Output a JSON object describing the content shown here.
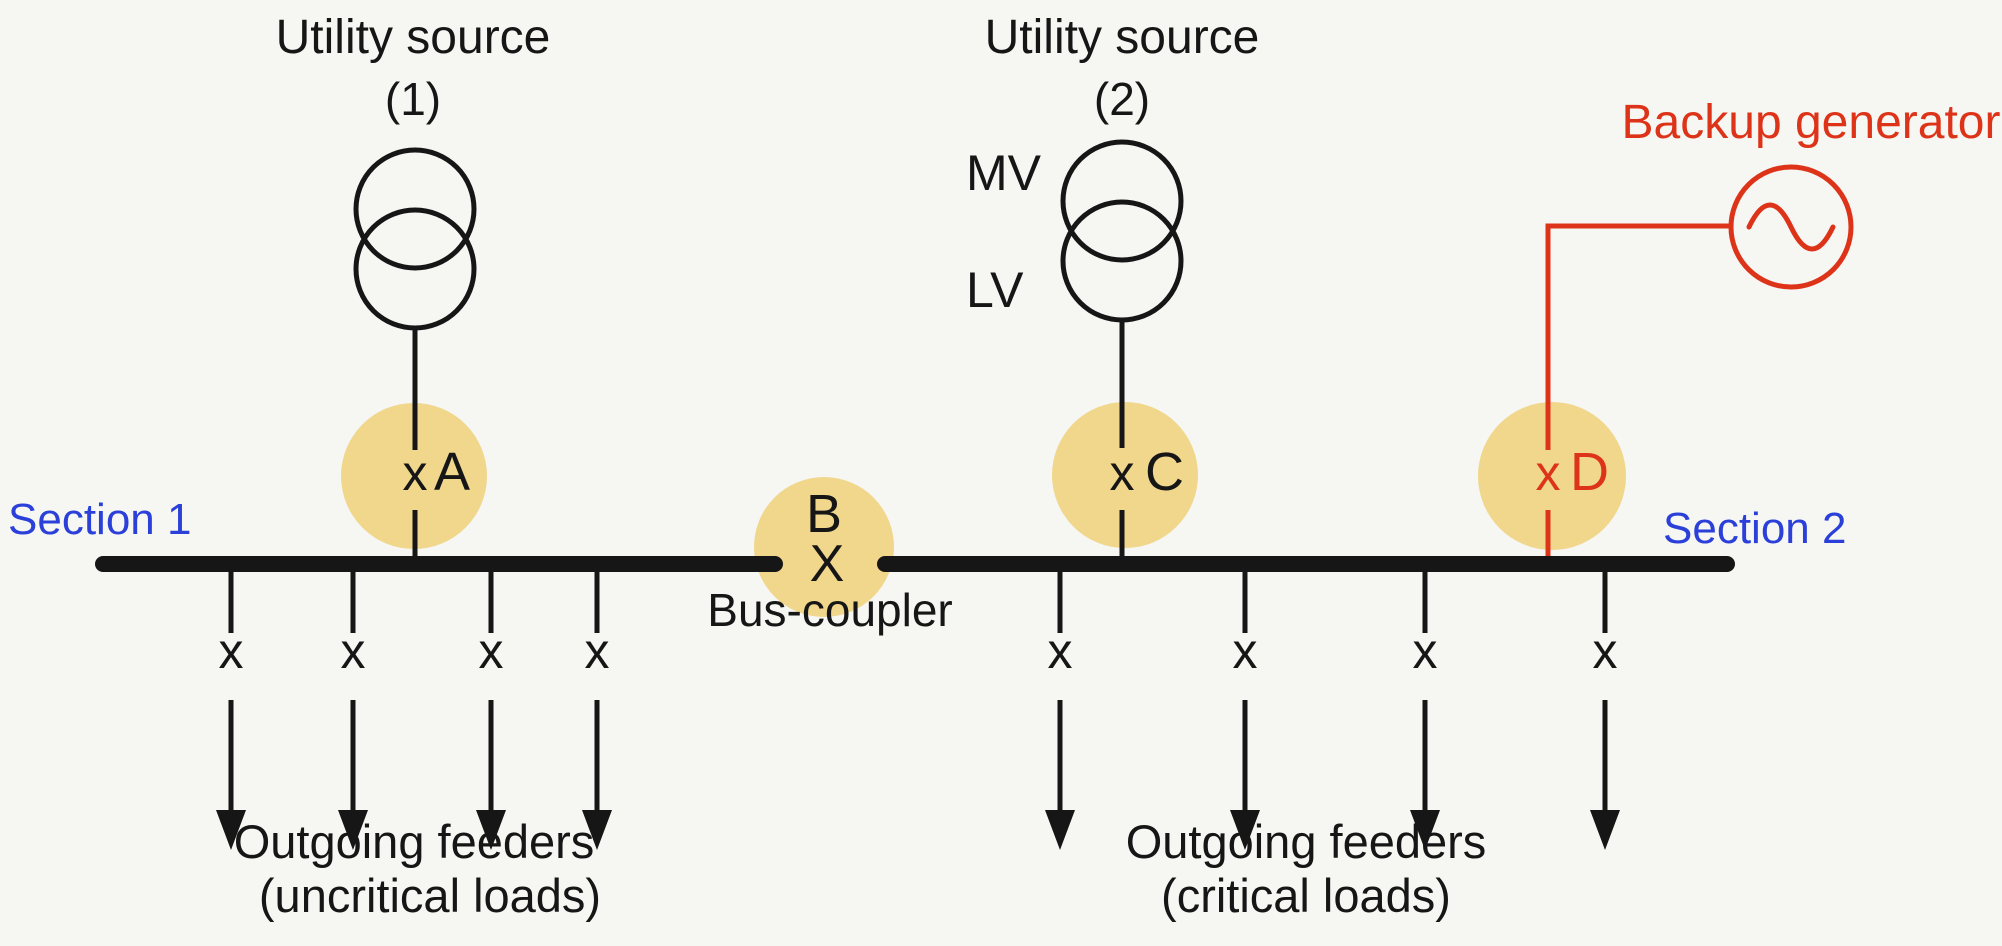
{
  "colors": {
    "bg": "#f6f6f3",
    "ink": "#161616",
    "yellow": "#f0d78c",
    "red": "#dd3419",
    "blue": "#2b40d9"
  },
  "sources": {
    "utility1": {
      "name": "Utility source",
      "number": "(1)"
    },
    "utility2": {
      "name": "Utility source",
      "number": "(2)",
      "mv": "MV",
      "lv": "LV"
    },
    "backup_generator": {
      "name": "Backup generator"
    }
  },
  "sections": {
    "section1": "Section 1",
    "section2": "Section 2"
  },
  "breakers": {
    "a": {
      "mark": "x",
      "id": "A"
    },
    "coupler": {
      "id": "B",
      "mark": "X",
      "caption": "Bus-coupler"
    },
    "c": {
      "mark": "x",
      "id": "C"
    },
    "d": {
      "mark": "x",
      "id": "D"
    }
  },
  "feeders": {
    "mark": "x",
    "left_caption": {
      "line1": "Outgoing feeders",
      "line2": "(uncritical loads)"
    },
    "right_caption": {
      "line1": "Outgoing feeders",
      "line2": "(critical loads)"
    }
  }
}
